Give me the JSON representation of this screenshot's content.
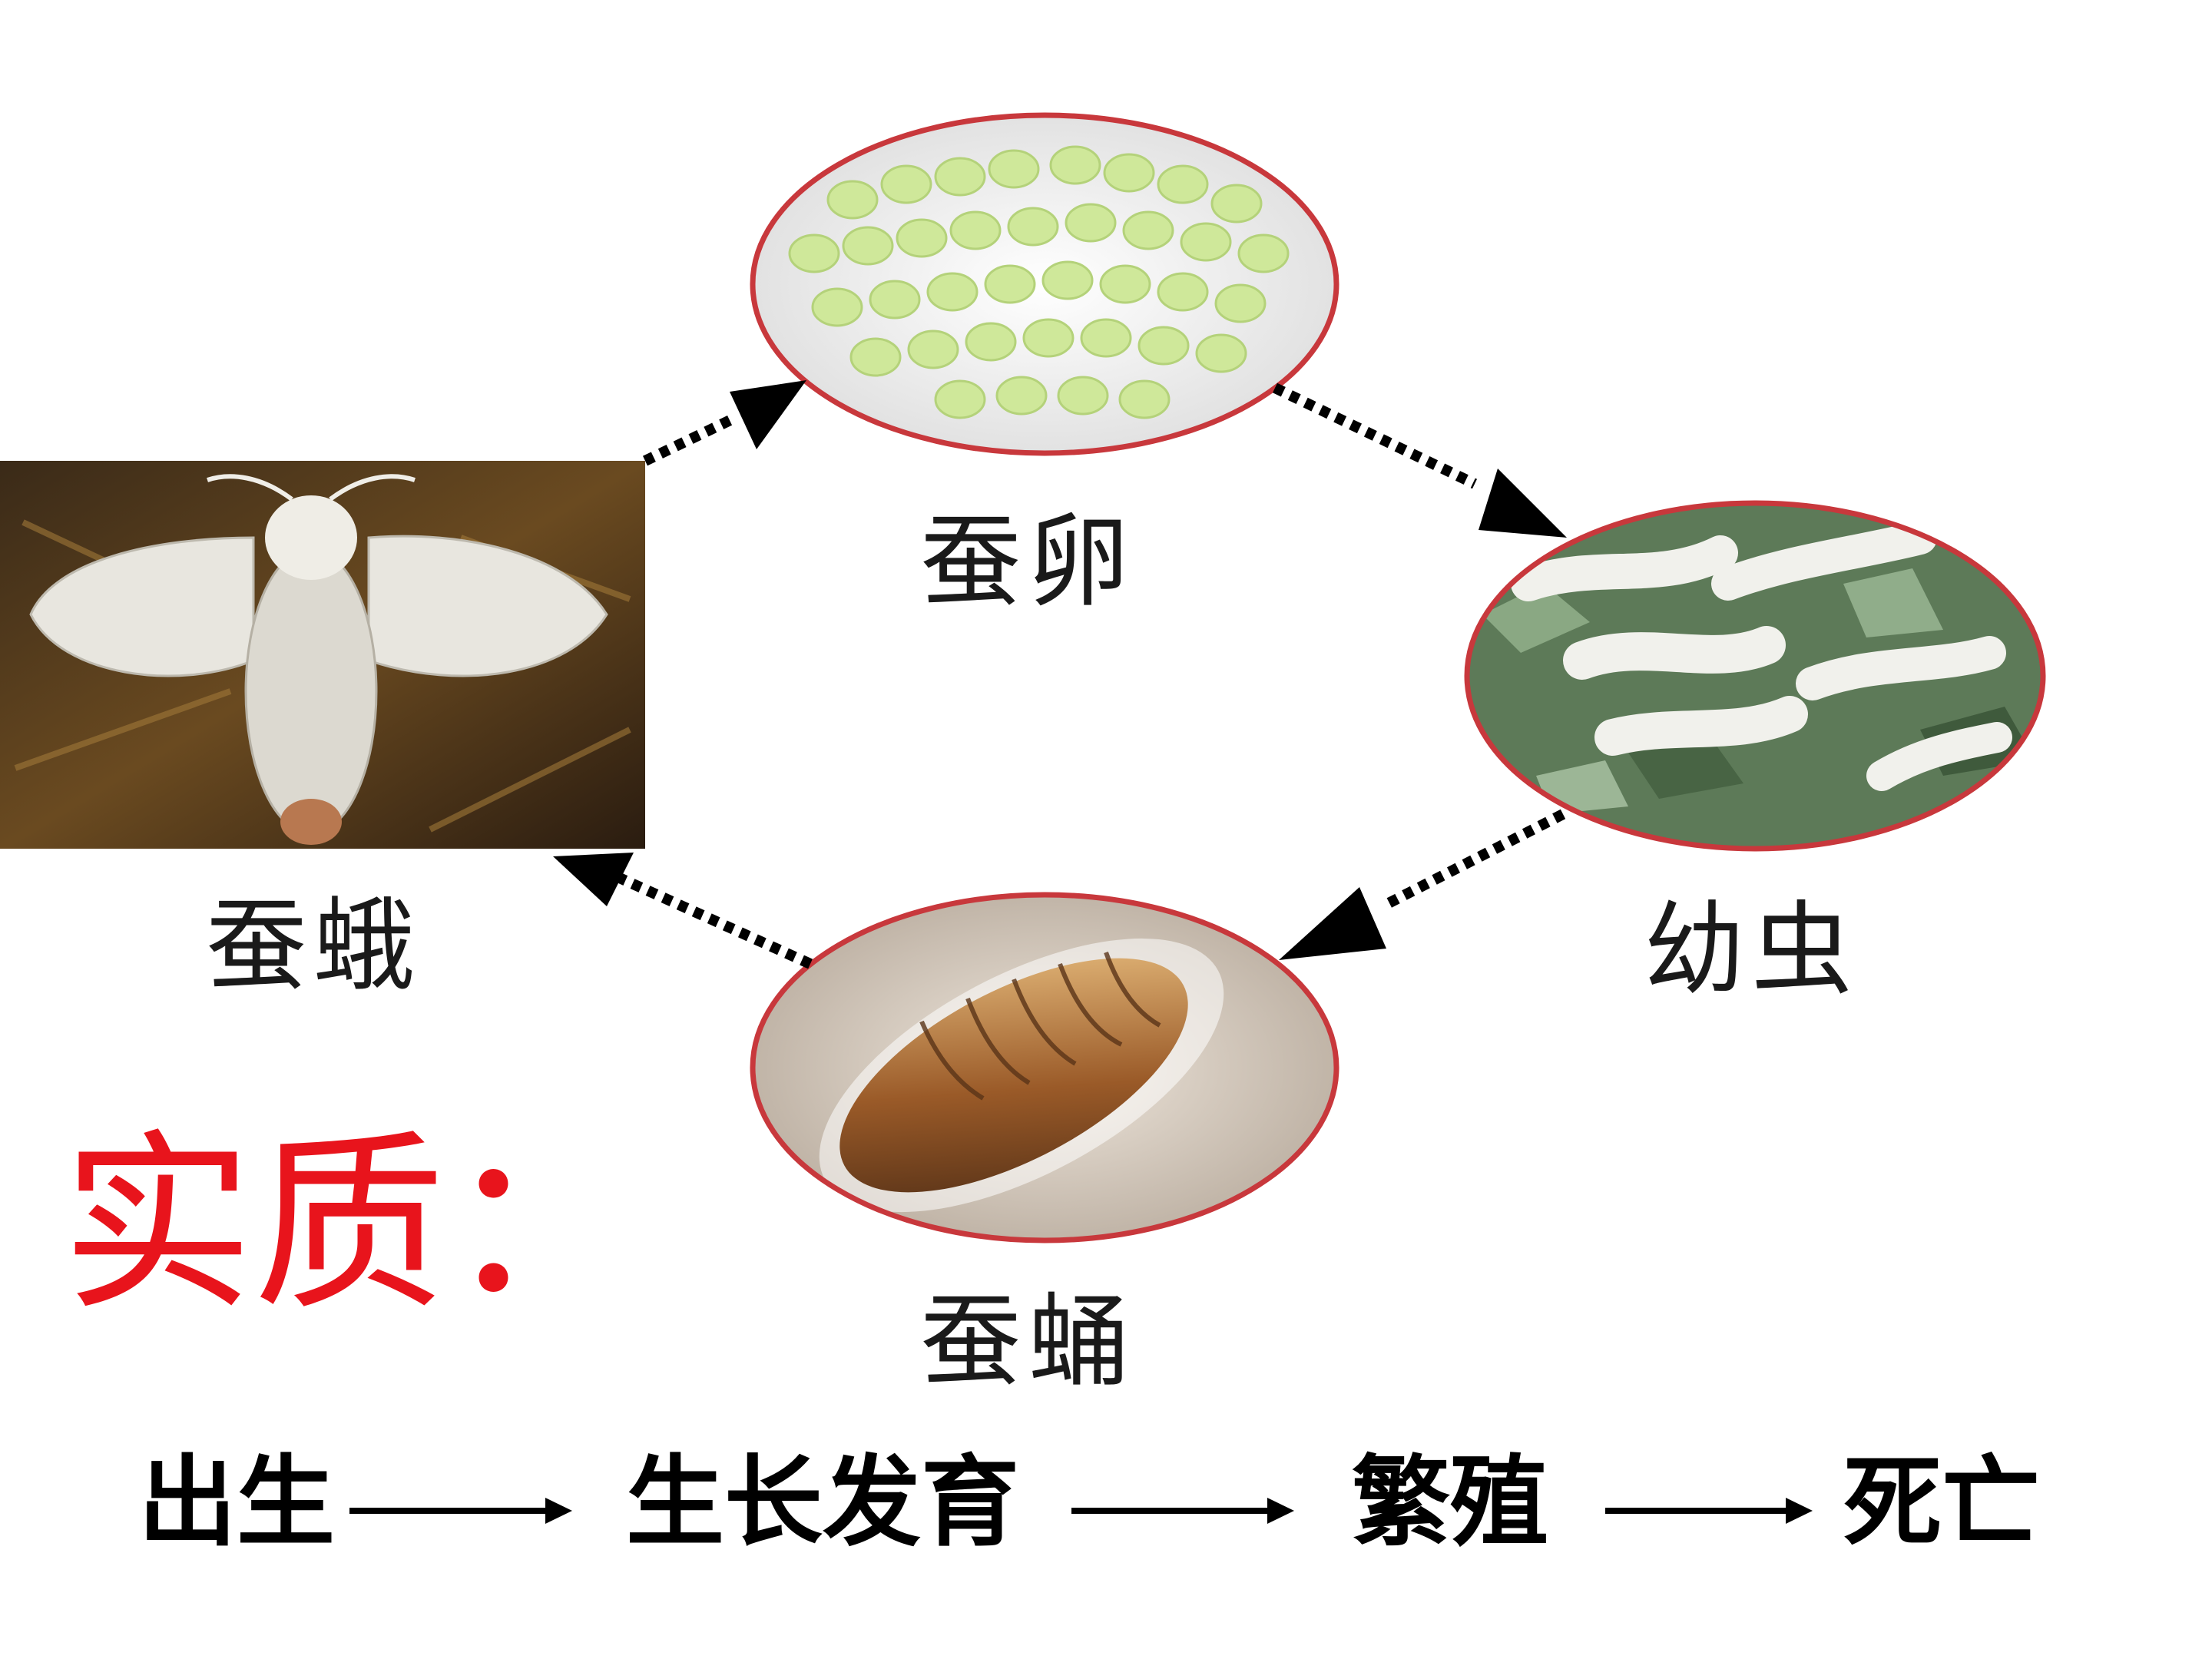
{
  "stages": {
    "egg": "蚕卵",
    "larva": "幼虫",
    "pupa": "蚕蛹",
    "moth": "蚕蛾"
  },
  "essence": {
    "title": "实质：",
    "sequence": [
      "出生",
      "生长发育",
      "繁殖",
      "死亡"
    ]
  },
  "colors": {
    "essence_title": "#e8141c",
    "oval_border": "#c8383c",
    "arrow": "#000000"
  }
}
